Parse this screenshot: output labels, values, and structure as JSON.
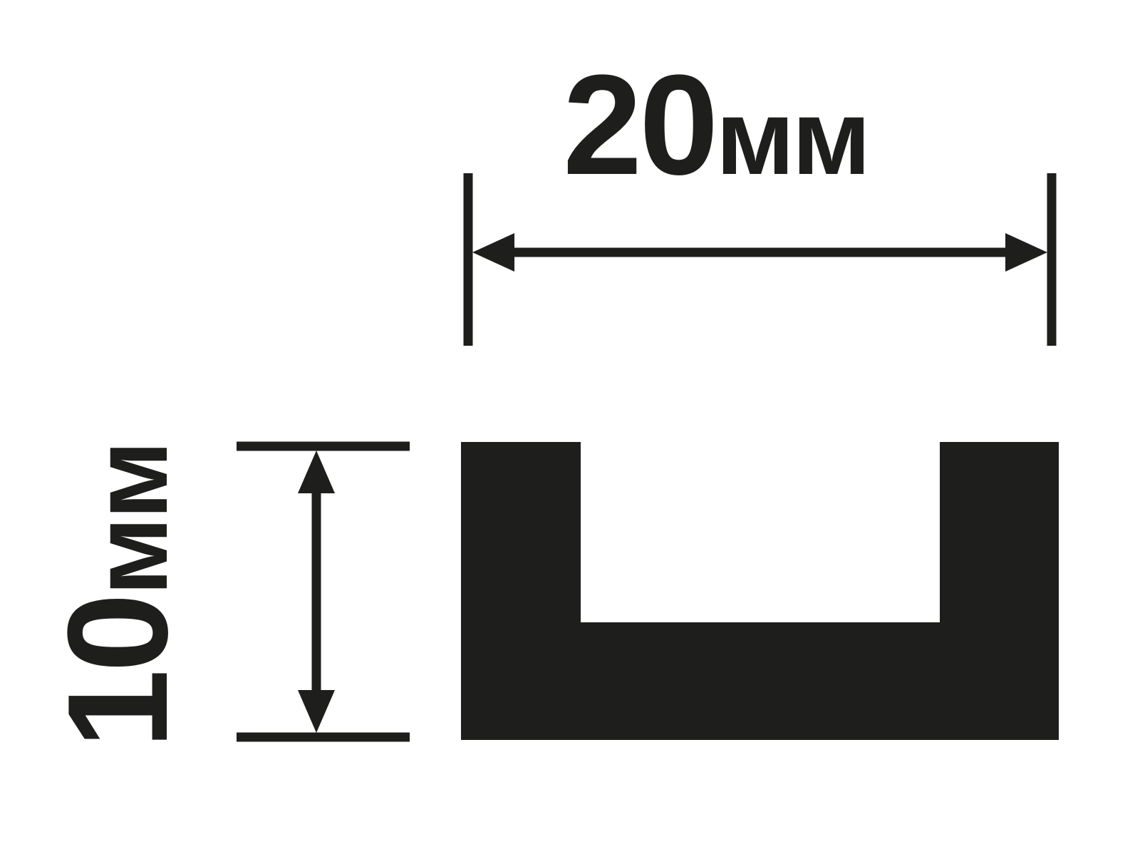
{
  "diagram": {
    "type": "dimension-drawing",
    "subject": "U-channel profile cross-section",
    "width_label": {
      "number": "20",
      "unit": "мм"
    },
    "height_label": {
      "number": "10",
      "unit": "мм"
    },
    "colors": {
      "ink": "#1e1e1c",
      "background": "#ffffff"
    }
  }
}
